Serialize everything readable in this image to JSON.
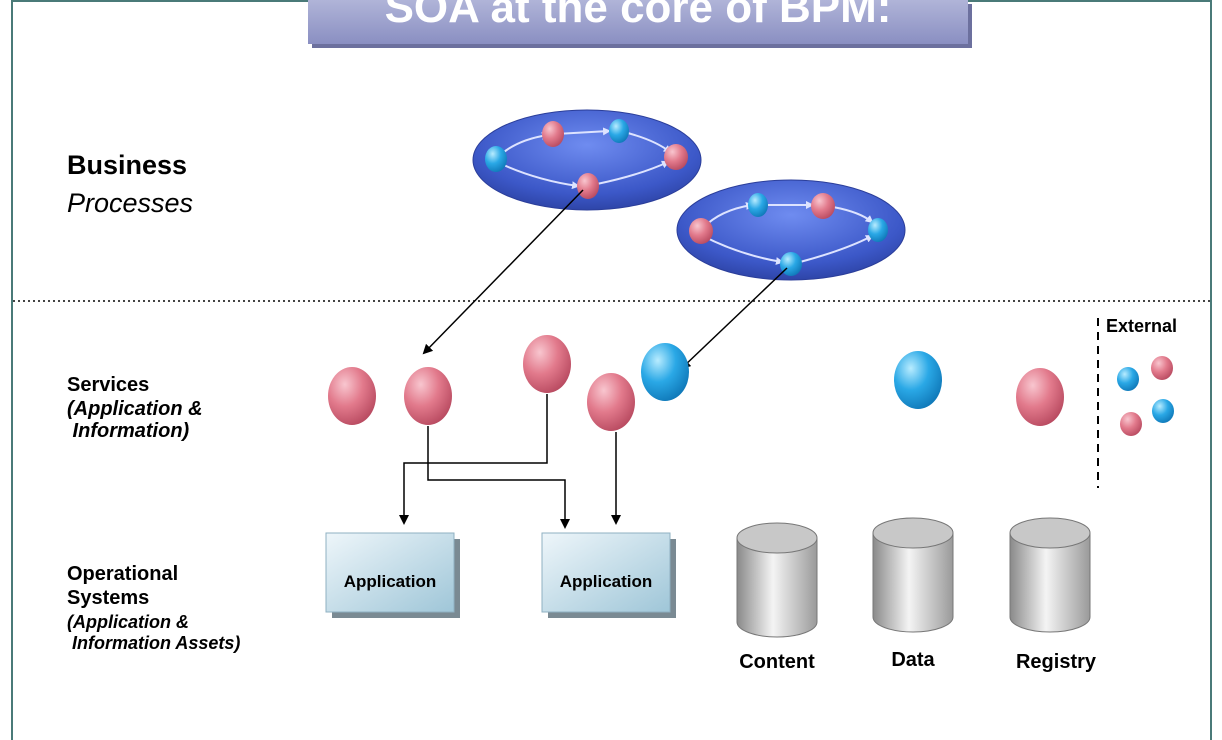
{
  "title": "SOA at the core of BPM:",
  "layers": {
    "business": {
      "title": "Business",
      "subtitle": "Processes"
    },
    "services": {
      "title": "Services",
      "line1": "(Application &",
      "line2": " Information)"
    },
    "operational": {
      "title1": "Operational",
      "title2": "Systems",
      "line1": "(Application &",
      "line2": " Information Assets)"
    }
  },
  "external_label": "External",
  "applications": [
    "Application",
    "Application"
  ],
  "stores": [
    "Content",
    "Data",
    "Registry"
  ],
  "colors": {
    "pink_service": "#e07a8a",
    "blue_service": "#2aa3e0",
    "process_oval": "#3f5dcc",
    "frame": "#4a7a78"
  }
}
